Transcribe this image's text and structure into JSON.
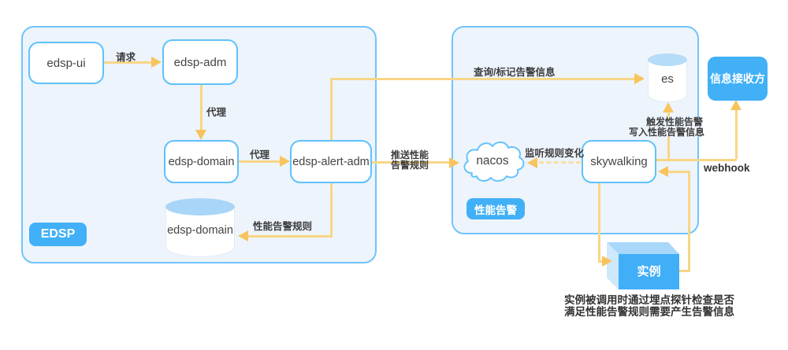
{
  "diagram": {
    "edsp": {
      "badge": "EDSP",
      "ui": "edsp-ui",
      "adm": "edsp-adm",
      "domain": "edsp-domain",
      "alert_adm": "edsp-alert-adm",
      "db": "edsp-domain"
    },
    "perf": {
      "badge": "性能告警",
      "nacos": "nacos",
      "skywalking": "skywalking",
      "es": "es"
    },
    "receiver": "信息接收方",
    "instance": "实例",
    "edges": {
      "request": "请求",
      "proxy1": "代理",
      "proxy2": "代理",
      "query": "查询/标记告警信息",
      "perf_rule": "性能告警规则",
      "push1": "推送性能",
      "push2": "告警规则",
      "listen": "监听规则变化",
      "trigger1": "触发性能告警",
      "trigger2": "写入性能告警信息",
      "webhook": "webhook"
    },
    "caption": {
      "line1": "实例被调用时通过埋点探针检查是否",
      "line2": "满足性能告警规则需要产生告警信息"
    },
    "colors": {
      "accent_blue": "#41B0F7",
      "container_fill": "#EDF4FC",
      "container_border": "#70C4FC",
      "node_border": "#5FC1FB",
      "arrow_line": "#F8D686",
      "arrow_head": "#F7C45D",
      "cylinder_top": "#A9D6F8"
    }
  }
}
